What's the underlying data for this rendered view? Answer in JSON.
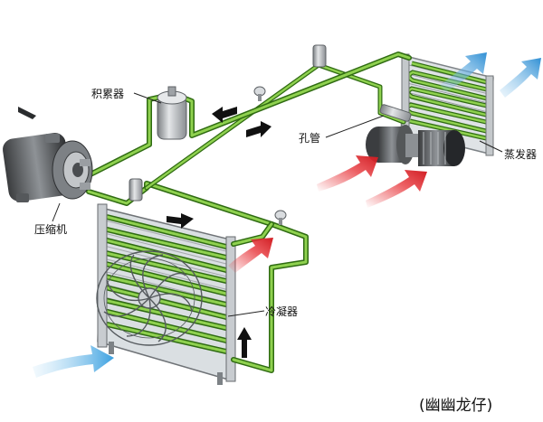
{
  "title": "汽车空调制冷系统示意图",
  "labels": {
    "accumulator": "积累器",
    "orifice_tube": "孔管",
    "evaporator": "蒸发器",
    "compressor": "压缩机",
    "condenser": "冷凝器"
  },
  "credit": "(幽幽龙仔)",
  "colors": {
    "pipe_green": "#5fb32e",
    "pipe_dark": "#2f6b12",
    "hot_red": "#e8383d",
    "cool_blue": "#2f8fd4",
    "metal": "#b8bcc0"
  }
}
